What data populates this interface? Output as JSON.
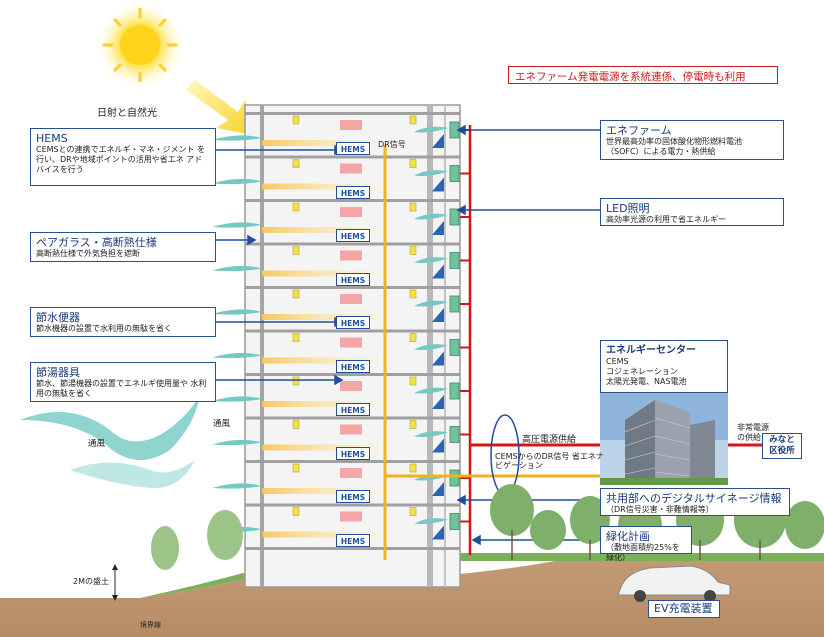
{
  "sunlight_label": "日射と自然光",
  "ene_farm_banner": "エネファーム発電電源を系統連係、停電時も利用",
  "dr_signal_label": "DR信号",
  "hems_box_label": "HEMS",
  "callouts_left": [
    {
      "title": "HEMS",
      "desc": "CEMSとの連携でエネルギ・マネ・ジメント を行い、DRや地域ポイントの活用や省エネ アドバイスを行う"
    },
    {
      "title": "ペアガラス・高断熱仕様",
      "desc": "高断熱仕様で外気負担を遮断"
    },
    {
      "title": "節水便器",
      "desc": "節水機器の設置で水利用の無駄を省く"
    },
    {
      "title": "節湯器具",
      "desc": "節水、節湯機器の設置でエネルギ使用量や 水利用の無駄を省く"
    }
  ],
  "callouts_right": [
    {
      "title": "エネファーム",
      "desc": "世界最高効率の固体酸化物形燃料電池 （SOFC）による電力・熱供給"
    },
    {
      "title": "LED照明",
      "desc": "高効率光源の利用で省エネルギー"
    }
  ],
  "energy_center": {
    "title": "エネルギーセンター",
    "lines": [
      "CEMS",
      "コジェネレーション",
      "太陽光発電、NAS電池"
    ]
  },
  "high_voltage_label": "高圧電源供給",
  "cems_dr_label": "CEMSからのDR信号 省エネナビゲーション",
  "emergency_label": "非常電源 の供給",
  "ward_office": "みなと 区役所",
  "signage": {
    "title": "共用部へのデジタルサイネージ情報",
    "desc": "（DR信号災害・非難情報等）"
  },
  "greening": {
    "title": "緑化計画",
    "desc": "（敷地面積約25%を緑化）"
  },
  "ev_label": "EV充電装置",
  "wind_label_1": "通風",
  "wind_label_2": "通風",
  "mound_label": "2Mの盛土",
  "boundary_label": "境界線",
  "colors": {
    "accent": "#1f4f9b",
    "alert": "#d01818",
    "power": "#f2b21c",
    "wind": "#5cc3c0"
  }
}
